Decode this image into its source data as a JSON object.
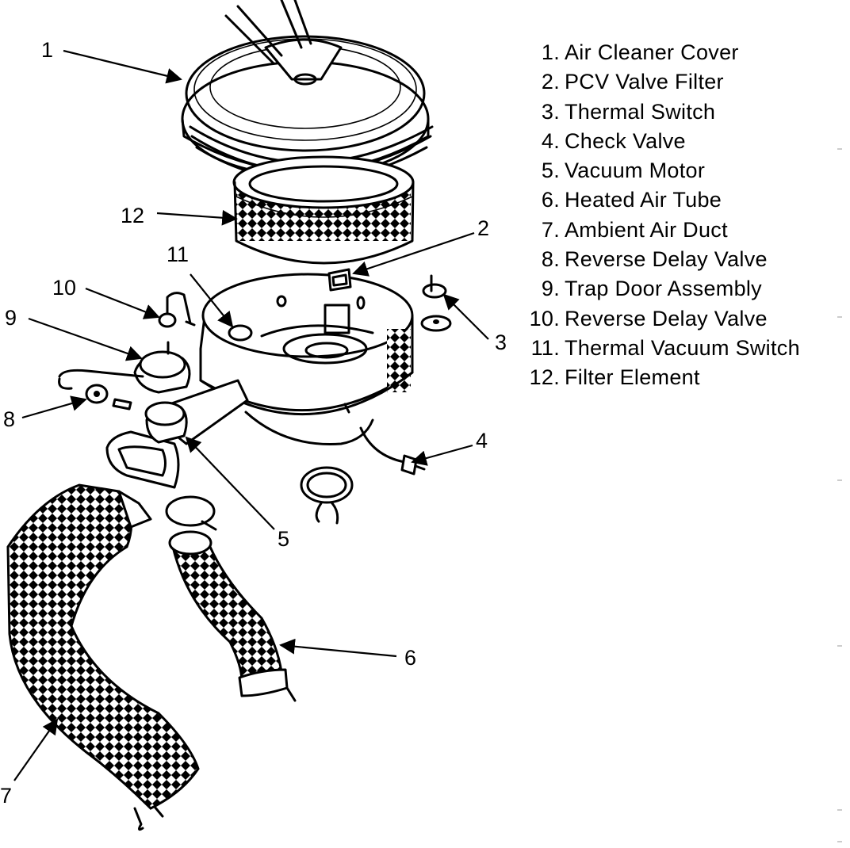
{
  "callouts": {
    "c1": "1",
    "c2": "2",
    "c3": "3",
    "c4": "4",
    "c5": "5",
    "c6": "6",
    "c7": "7",
    "c8": "8",
    "c9": "9",
    "c10": "10",
    "c11": "11",
    "c12": "12"
  },
  "legend": [
    {
      "num": "1.",
      "label": "Air Cleaner Cover"
    },
    {
      "num": "2.",
      "label": "PCV Valve Filter"
    },
    {
      "num": "3.",
      "label": "Thermal Switch"
    },
    {
      "num": "4.",
      "label": "Check Valve"
    },
    {
      "num": "5.",
      "label": "Vacuum Motor"
    },
    {
      "num": "6.",
      "label": "Heated Air Tube"
    },
    {
      "num": "7.",
      "label": "Ambient Air Duct"
    },
    {
      "num": "8.",
      "label": "Reverse Delay Valve"
    },
    {
      "num": "9.",
      "label": "Trap Door Assembly"
    },
    {
      "num": "10.",
      "label": "Reverse Delay Valve"
    },
    {
      "num": "11.",
      "label": "Thermal Vacuum Switch"
    },
    {
      "num": "12.",
      "label": "Filter Element"
    }
  ]
}
